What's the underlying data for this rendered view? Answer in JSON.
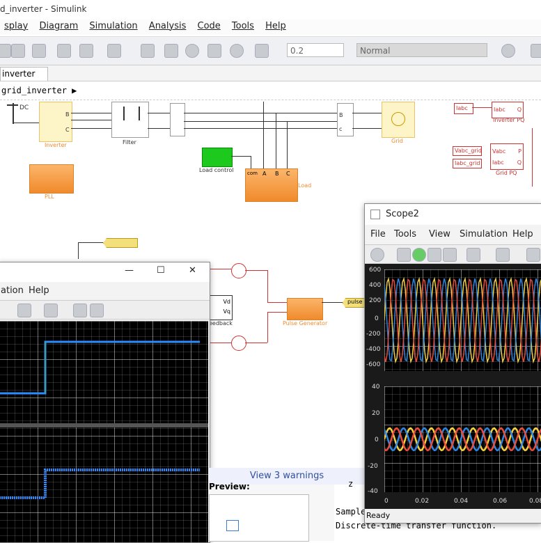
{
  "window": {
    "title": "d_inverter - Simulink"
  },
  "menu": [
    "splay",
    "Diagram",
    "Simulation",
    "Analysis",
    "Code",
    "Tools",
    "Help"
  ],
  "toolbar": {
    "stop_time": "0.2",
    "sim_mode": "Normal"
  },
  "tab": {
    "label": "inverter"
  },
  "breadcrumb": {
    "path": "grid_inverter"
  },
  "blocks": {
    "dc_label": "DC",
    "inverter": "Inverter",
    "filter": "Filter",
    "load_control": "Load control",
    "load": "Load",
    "pll": "PLL",
    "grid": "Grid",
    "inverter_pq": "Inverter PQ",
    "grid_pq": "Grid PQ",
    "pulse_generator": "Pulse Generator",
    "pulse_tag": "pulse",
    "feedback": "eedback",
    "in_vabc": "Vabc",
    "in_iabc": "Iabc",
    "tag_iabc": "Iabc",
    "tag_vabc_grid": "Vabc_grid",
    "tag_iabc_grid": "Iabc_grid",
    "port_p": "P",
    "port_q": "Q",
    "vd": "Vd",
    "vq": "Vq",
    "load_ports": [
      "com",
      "A",
      "B",
      "C"
    ],
    "port_a": "A",
    "port_b": "B",
    "port_c": "C",
    "port_b2": "b",
    "port_c2": "c"
  },
  "scope_left": {
    "menu": [
      "ation",
      "Help"
    ],
    "controls": [
      "—",
      "☐",
      "✕"
    ]
  },
  "scope2": {
    "title": "Scope2",
    "menu": [
      "File",
      "Tools",
      "View",
      "Simulation",
      "Help"
    ],
    "status": "Ready",
    "top_ticks": [
      "600",
      "400",
      "200",
      "0",
      "-200",
      "-400",
      "-600"
    ],
    "bottom_ticks": [
      "40",
      "20",
      "0",
      "-20",
      "-40"
    ],
    "x_ticks": [
      "0",
      "0.02",
      "0.04",
      "0.06",
      "0.08"
    ]
  },
  "warnings": {
    "text": "View 3 warnings"
  },
  "preview": {
    "label": "Preview:"
  },
  "desc": {
    "sample": "Sample",
    "text": "Discrete-time transfer function.",
    "z": "z"
  }
}
